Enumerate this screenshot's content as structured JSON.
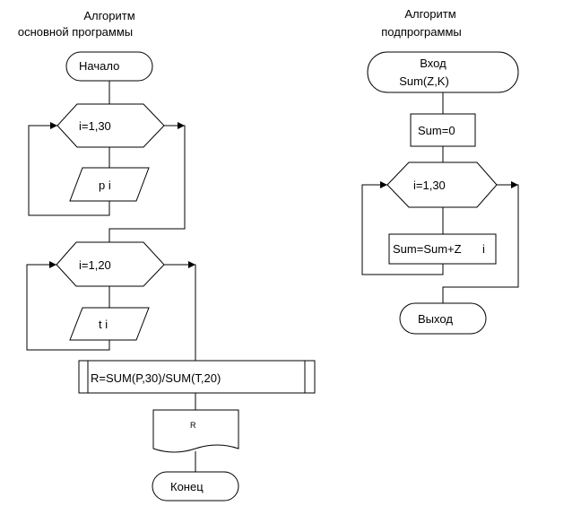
{
  "main": {
    "title_line1": "Алгоритм",
    "title_line2": "основной программы",
    "start": "Начало",
    "loop1": "i=1,30",
    "input1": "p i",
    "loop2": "i=1,20",
    "input2": "t i",
    "process": "R=SUM(P,30)/SUM(T,20)",
    "output": "R",
    "end": "Конец"
  },
  "sub": {
    "title_line1": "Алгоритм",
    "title_line2": "подпрограммы",
    "entry_line1": "Вход",
    "entry_line2": "Sum(Z,K)",
    "init": "Sum=0",
    "loop": "i=1,30",
    "accum": "Sum=Sum+Z",
    "accum_index": "i",
    "exit": "Выход"
  }
}
